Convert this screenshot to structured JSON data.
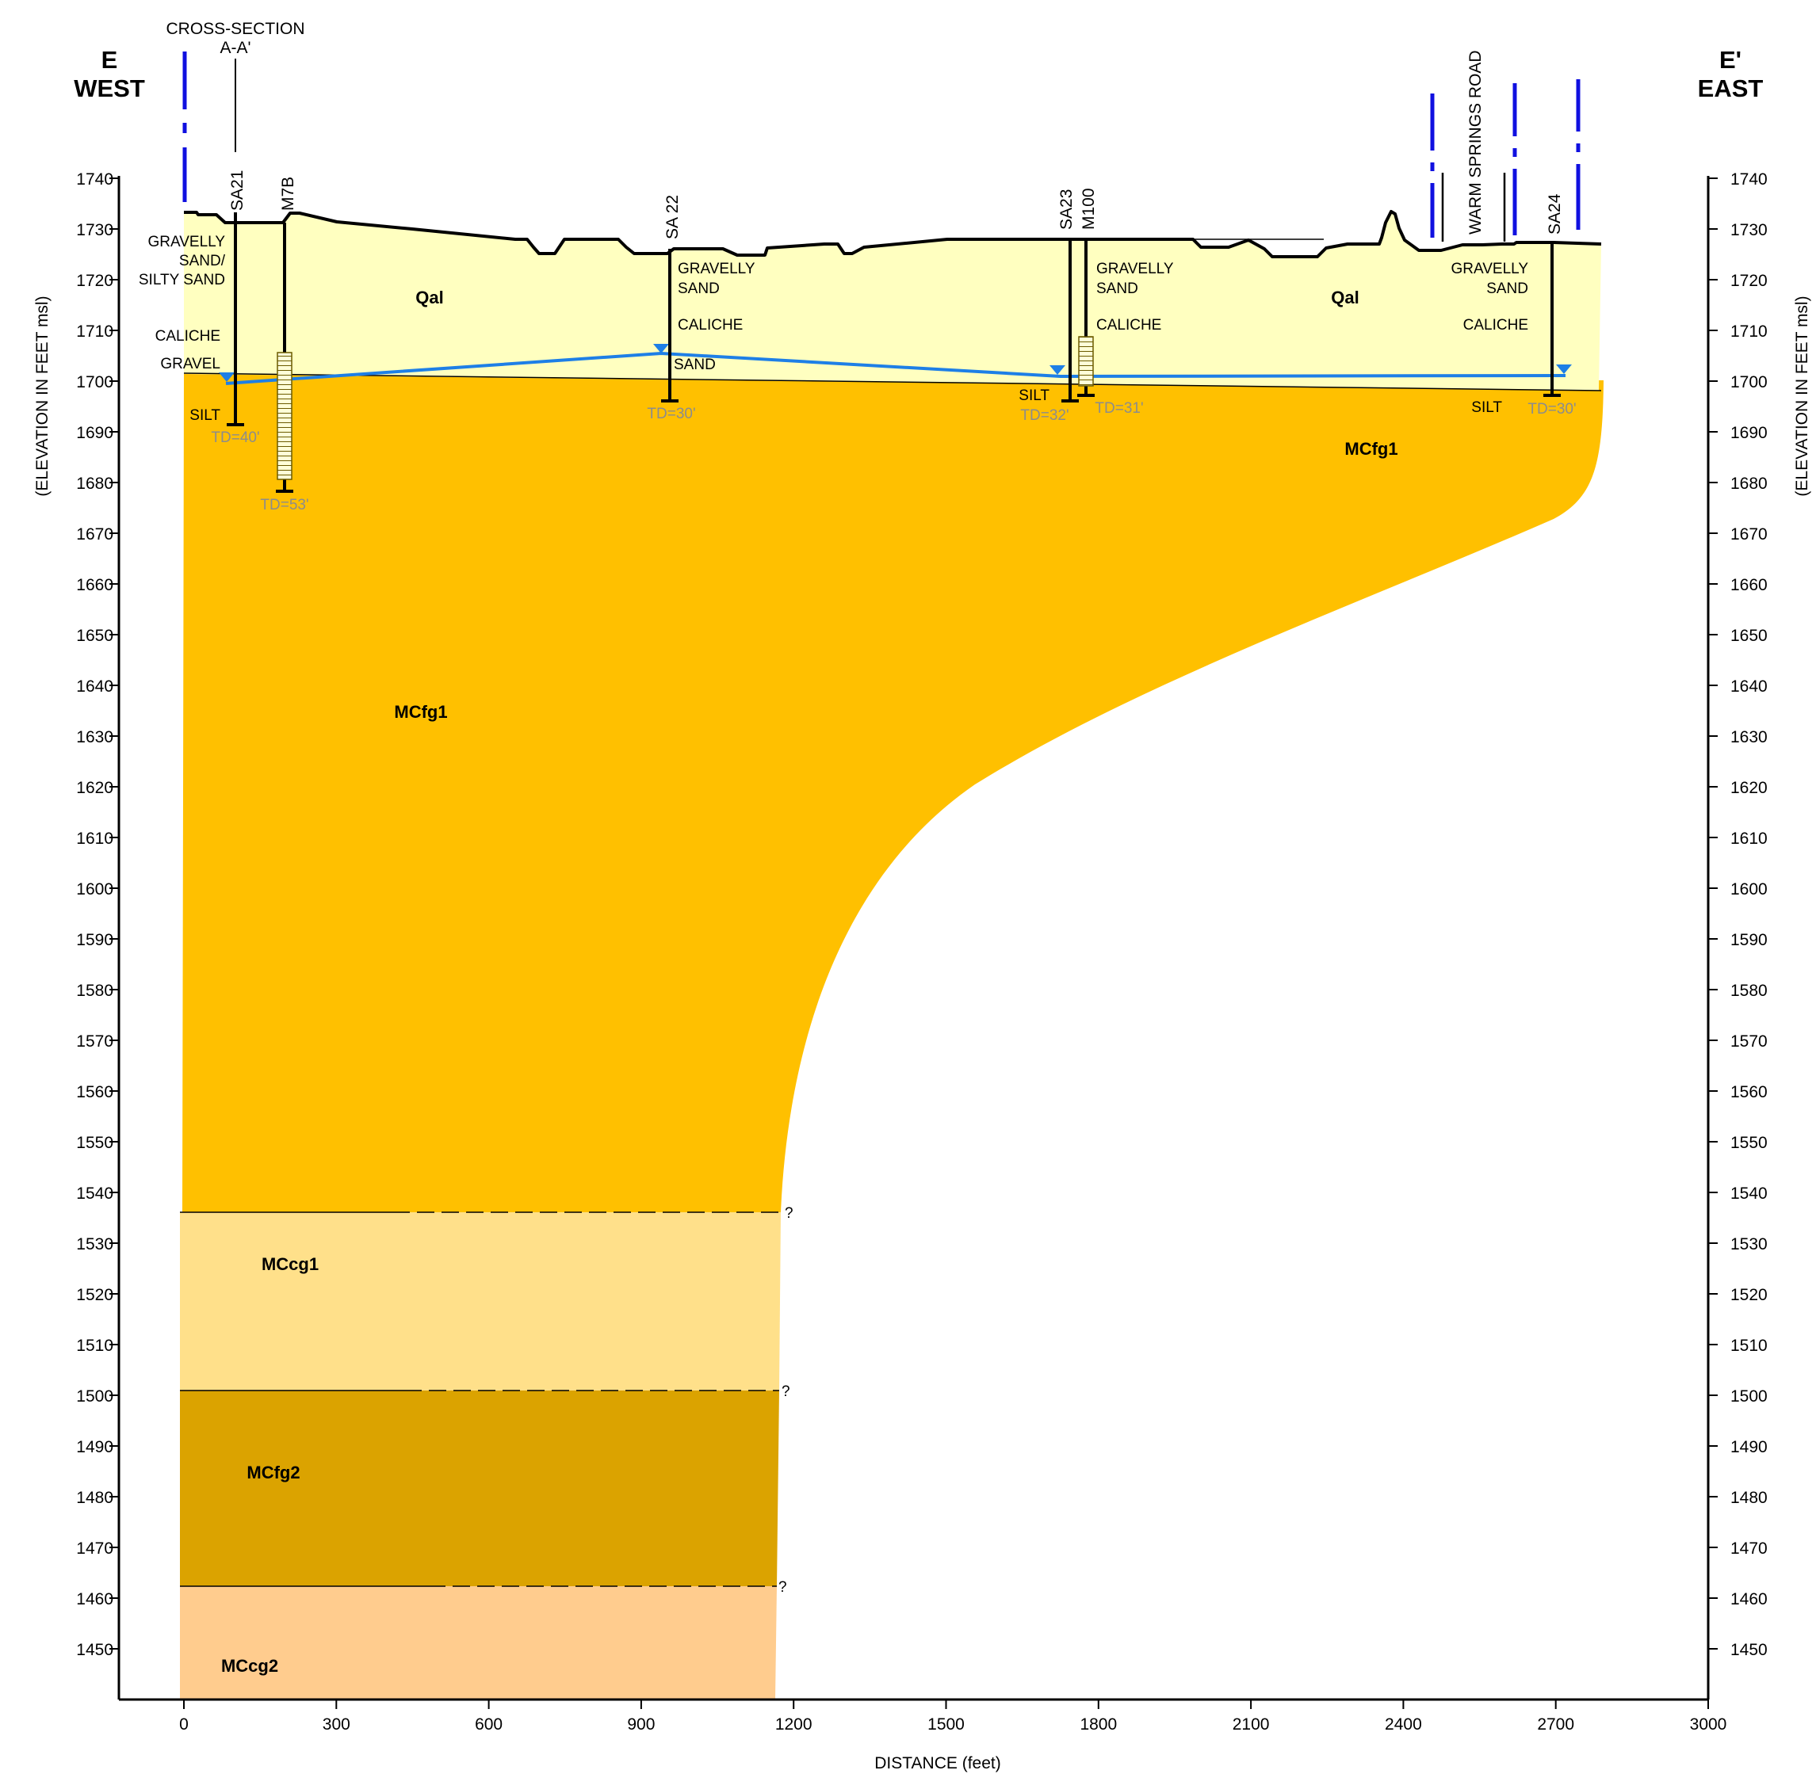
{
  "header": {
    "west_label": "E",
    "west_direction": "WEST",
    "east_label": "E'",
    "east_direction": "EAST",
    "cross_section_line1": "CROSS-SECTION",
    "cross_section_line2": "A-A'",
    "road": "WARM SPRINGS ROAD"
  },
  "axes": {
    "x_label": "DISTANCE (feet)",
    "y_label": "(ELEVATION IN FEET msl)",
    "x_ticks": [
      0,
      300,
      600,
      900,
      1200,
      1500,
      1800,
      2100,
      2400,
      2700,
      3000
    ],
    "y_ticks": [
      1740,
      1730,
      1720,
      1710,
      1700,
      1690,
      1680,
      1670,
      1660,
      1650,
      1640,
      1630,
      1620,
      1610,
      1600,
      1590,
      1580,
      1570,
      1560,
      1550,
      1540,
      1530,
      1520,
      1510,
      1500,
      1490,
      1480,
      1470,
      1460,
      1450
    ],
    "x_range": [
      0,
      3000
    ],
    "y_range": [
      1440,
      1742
    ]
  },
  "units": {
    "qal_west": "Qal",
    "qal_east": "Qal",
    "mcfg1_upper": "MCfg1",
    "mcfg1_main": "MCfg1",
    "mccg1": "MCcg1",
    "mcfg2": "MCfg2",
    "mccg2": "MCcg2",
    "query": "?"
  },
  "colors": {
    "qal": "#ffffc0",
    "mcfg1": "#ffc000",
    "mccg1": "#ffe08a",
    "mcfg2": "#dba300",
    "mccg2": "#ffcc8e",
    "water_table": "#1e7fe6",
    "cross_section_markers": "#1010e0",
    "td_text": "#8c8c8c"
  },
  "wells": {
    "sa21": {
      "name": "SA21",
      "td": "TD=40'"
    },
    "m7b": {
      "name": "M7B",
      "td": "TD=53'"
    },
    "sa22": {
      "name": "SA 22",
      "td": "TD=30'"
    },
    "sa23": {
      "name": "SA23",
      "td": "TD=32'"
    },
    "m100": {
      "name": "M100",
      "td": "TD=31'"
    },
    "sa24": {
      "name": "SA24",
      "td": "TD=30'"
    }
  },
  "lithology": {
    "w_gravelly": "GRAVELLY",
    "w_sand": "SAND/",
    "w_silty": "SILTY SAND",
    "w_caliche": "CALICHE",
    "w_gravel": "GRAVEL",
    "w_silt": "SILT",
    "sa22_gravelly": "GRAVELLY",
    "sa22_sand": "SAND",
    "sa22_caliche": "CALICHE",
    "sa22_sand2": "SAND",
    "sa23_silt": "SILT",
    "m100_gravelly": "GRAVELLY",
    "m100_sand": "SAND",
    "m100_caliche": "CALICHE",
    "sa24_gravelly": "GRAVELLY",
    "sa24_sand": "SAND",
    "sa24_caliche": "CALICHE",
    "sa24_silt": "SILT"
  }
}
